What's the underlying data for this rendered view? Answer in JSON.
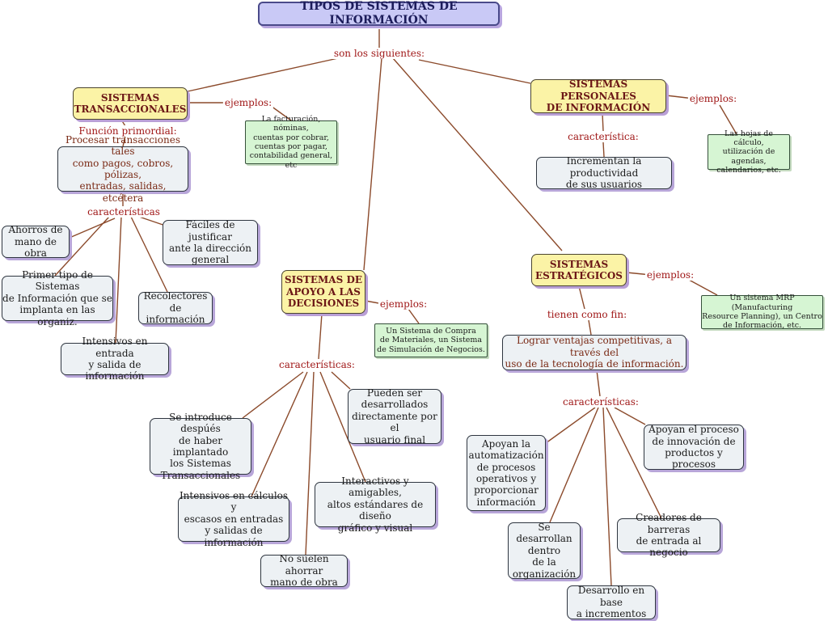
{
  "title": "TIPOS DE SISTEMAS DE INFORMACIÓN",
  "labels": {
    "son": "son los siguientes:",
    "ejemplos_trans": "ejemplos:",
    "funcion": "Función primordial:",
    "caracteristicas_trans": "características",
    "ejemplos_pers": "ejemplos:",
    "caracteristica_pers": "característica:",
    "ejemplos_estr": "ejemplos:",
    "tienen": "tienen como fin:",
    "caracteristicas_estr": "características:",
    "ejemplos_apoyo": "ejemplos:",
    "caracteristicas_apoyo": "características:"
  },
  "nodes": {
    "trans": "SISTEMAS\nTRANSACCIONALES",
    "pers": "SISTEMAS PERSONALES\nDE INFORMACIÓN",
    "apoyo": "SISTEMAS DE\nAPOYO A LAS\nDECISIONES",
    "estr": "SISTEMAS\nESTRATÉGICOS",
    "ex_trans": "La facturación, nóminas,\ncuentas por cobrar,\ncuentas por pagar,\ncontabilidad general, etc",
    "procesar": "Procesar transacciones tales\ncomo pagos, cobros, pólizas,\nentradas, salidas, etcétera",
    "ahorros": "Ahorros de\nmano de obra",
    "faciles": "Fáciles de justificar\nante la dirección\ngeneral",
    "primer": "Primer tipo de Sistemas\nde Información que se\nimplanta en las organiz.",
    "recolectores": "Recolectores\nde información",
    "intensivos_es": "Intensivos en entrada\ny salida de información",
    "ex_pers": "Las hojas de cálculo,\nutilización de agendas,\ncalendarios, etc.",
    "incrementan": "Incrementan la productividad\nde sus usuarios",
    "ex_estr": "Un sistema MRP (Manufacturing\nResource Planning), un Centro\nde Información, etc.",
    "lograr": "Lograr ventajas competitivas, a través del\nuso de la tecnología de información.",
    "ex_apoyo": "Un Sistema de Compra\nde Materiales, un Sistema\nde Simulación de Negocios.",
    "introduce": "Se introduce despúés\nde haber implantado\nlos Sistemas\nTransaccionales",
    "pueden": "Pueden ser\ndesarrollados\ndirectamente por el\nusuario final",
    "intensivos_calc": "Intensivos en cálculos y\nescasos en entradas\ny salidas de información",
    "interactivos": "Interactivos y amigables,\naltos estándares de diseño\ngráfico y visual",
    "no_suelen": "No suelen ahorrar\nmano de obra",
    "apoyan_auto": "Apoyan la\nautomatización\nde procesos\noperativos y\nproporcionar\ninformación",
    "apoyan_innov": "Apoyan el proceso\nde innovación de\nproductos y procesos",
    "desarrollan": "Se desarrollan\ndentro\nde la\norganización",
    "creadores": "Creadores de barreras\nde entrada al negocio",
    "desarrollo_base": "Desarrollo en base\na incrementos"
  },
  "colors": {
    "line": "#8b4a2b",
    "label": "#a01818",
    "title_bg": "#c9c9f6",
    "category_bg": "#fbf3a6",
    "node_bg": "#edf1f4",
    "example_bg": "#d6f5d3"
  }
}
